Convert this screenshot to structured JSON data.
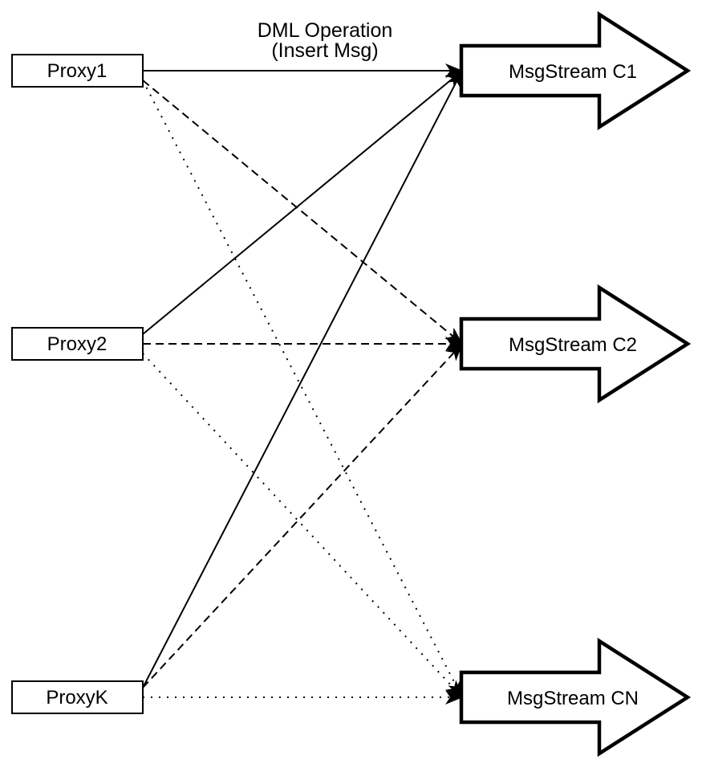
{
  "title": {
    "line1": "DML Operation",
    "line2": "(Insert Msg)"
  },
  "colors": {
    "line": "#000000",
    "fill": "#ffffff",
    "background": "#ffffff"
  },
  "proxies": [
    {
      "id": "proxy1",
      "label": "Proxy1"
    },
    {
      "id": "proxy2",
      "label": "Proxy2"
    },
    {
      "id": "proxyK",
      "label": "ProxyK"
    }
  ],
  "streams": [
    {
      "id": "c1",
      "label": "MsgStream C1"
    },
    {
      "id": "c2",
      "label": "MsgStream C2"
    },
    {
      "id": "cn",
      "label": "MsgStream CN"
    }
  ],
  "connections": [
    {
      "from": "proxy1",
      "to": "c1",
      "style": "solid"
    },
    {
      "from": "proxy1",
      "to": "c2",
      "style": "dashed"
    },
    {
      "from": "proxy1",
      "to": "cn",
      "style": "dotted"
    },
    {
      "from": "proxy2",
      "to": "c1",
      "style": "solid"
    },
    {
      "from": "proxy2",
      "to": "c2",
      "style": "dashed"
    },
    {
      "from": "proxy2",
      "to": "cn",
      "style": "dotted"
    },
    {
      "from": "proxyK",
      "to": "c1",
      "style": "solid"
    },
    {
      "from": "proxyK",
      "to": "c2",
      "style": "dashed"
    },
    {
      "from": "proxyK",
      "to": "cn",
      "style": "dotted"
    }
  ]
}
